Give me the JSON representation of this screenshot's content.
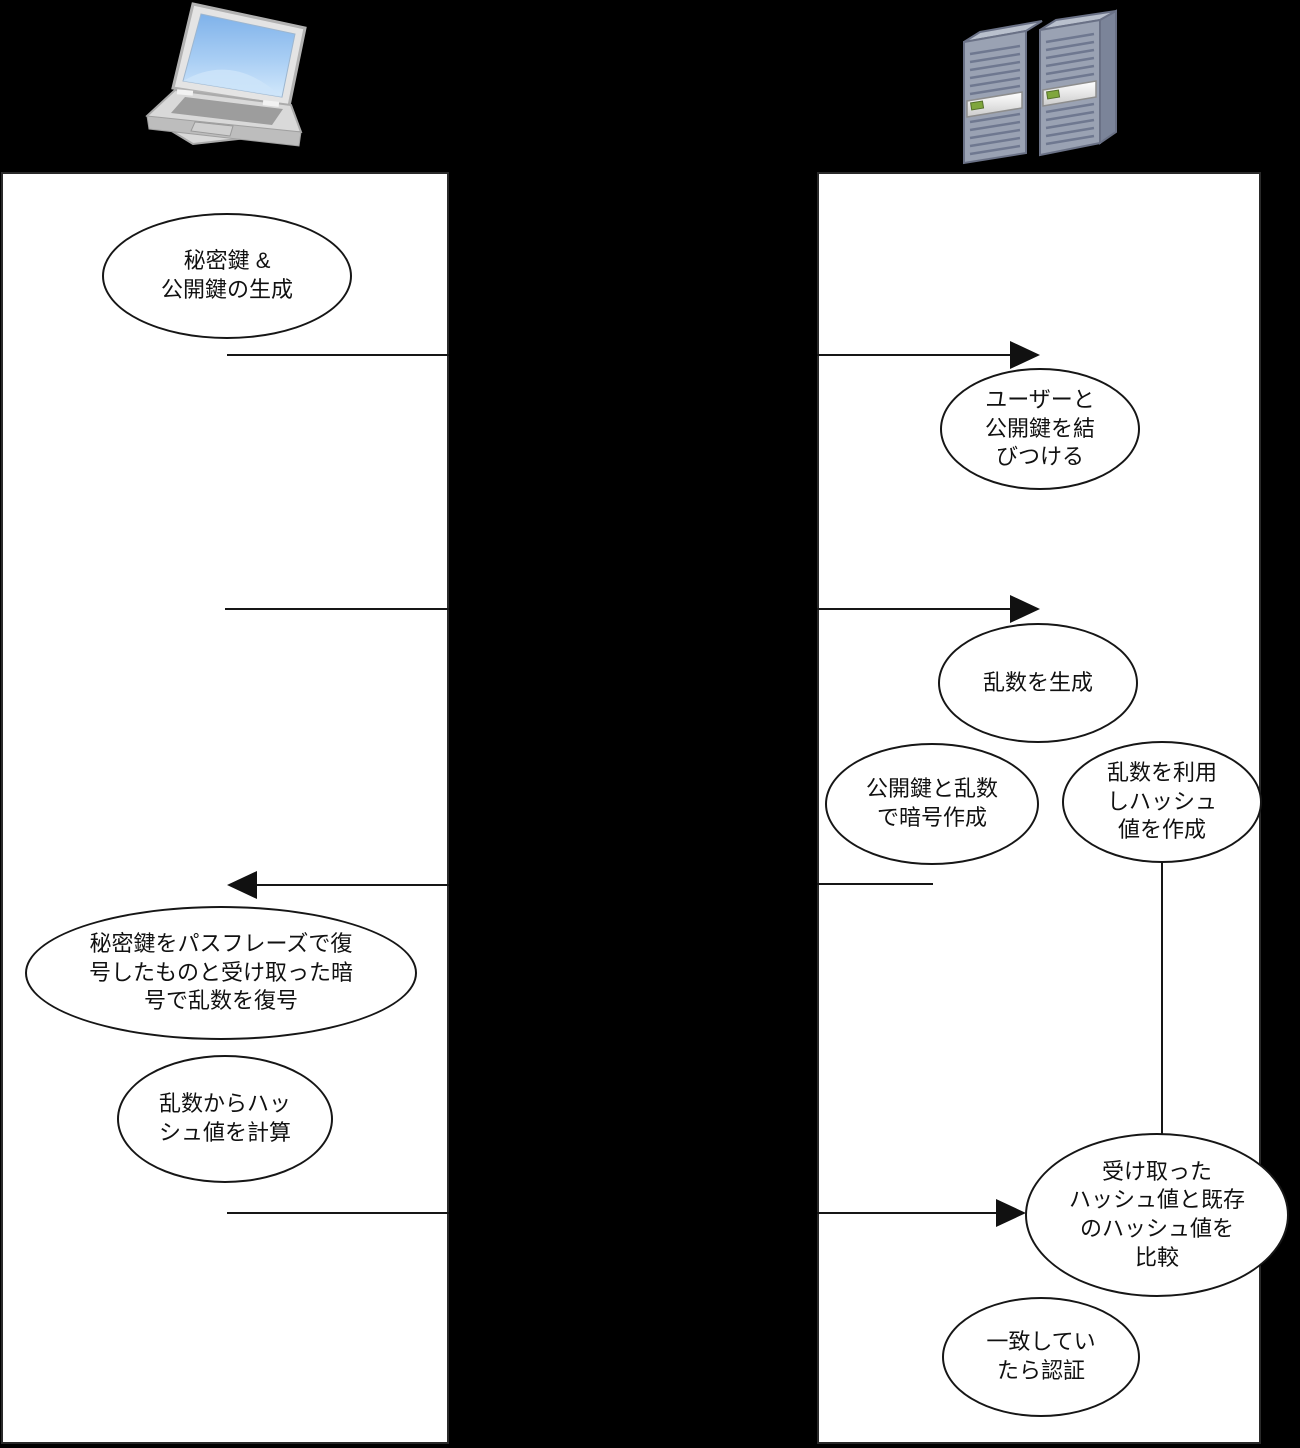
{
  "diagram": {
    "type": "sequence-diagram",
    "background_color": "#000000",
    "lane_fill": "#ffffff",
    "stroke_color": "#161616",
    "actors": {
      "client": {
        "icon": "laptop-icon"
      },
      "server": {
        "icon": "server-icon"
      }
    },
    "nodes": {
      "client_keygen": {
        "label": "秘密鍵 &\n公開鍵の生成"
      },
      "server_bind": {
        "label": "ユーザーと\n公開鍵を結\nびつける"
      },
      "server_random": {
        "label": "乱数を生成"
      },
      "server_encrypt": {
        "label": "公開鍵と乱数\nで暗号作成"
      },
      "server_hash": {
        "label": "乱数を利用\nしハッシュ\n値を作成"
      },
      "client_decrypt": {
        "label": "秘密鍵をパスフレーズで復\n号したものと受け取った暗\n号で乱数を復号"
      },
      "client_hash": {
        "label": "乱数からハッ\nシュ値を計算"
      },
      "server_compare": {
        "label": "受け取った\nハッシュ値と既存\nのハッシュ値を\n比較"
      },
      "server_auth": {
        "label": "一致してい\nたら認証"
      }
    },
    "messages": [
      {
        "from": "client",
        "to": "server",
        "direction": "right"
      },
      {
        "from": "client",
        "to": "server",
        "direction": "right"
      },
      {
        "from": "server",
        "to": "client",
        "direction": "left"
      },
      {
        "from": "client",
        "to": "server",
        "direction": "right"
      }
    ],
    "icon_colors": {
      "laptop_screen_top": "#7fb2ea",
      "laptop_screen_bottom": "#d2e8fb",
      "laptop_body": "#d6d6d6",
      "server_front": "#9aa2b3",
      "server_side": "#7b8499",
      "server_top": "#b9c0cd",
      "server_vent": "#6f7890",
      "server_led": "#7fa63c"
    }
  }
}
